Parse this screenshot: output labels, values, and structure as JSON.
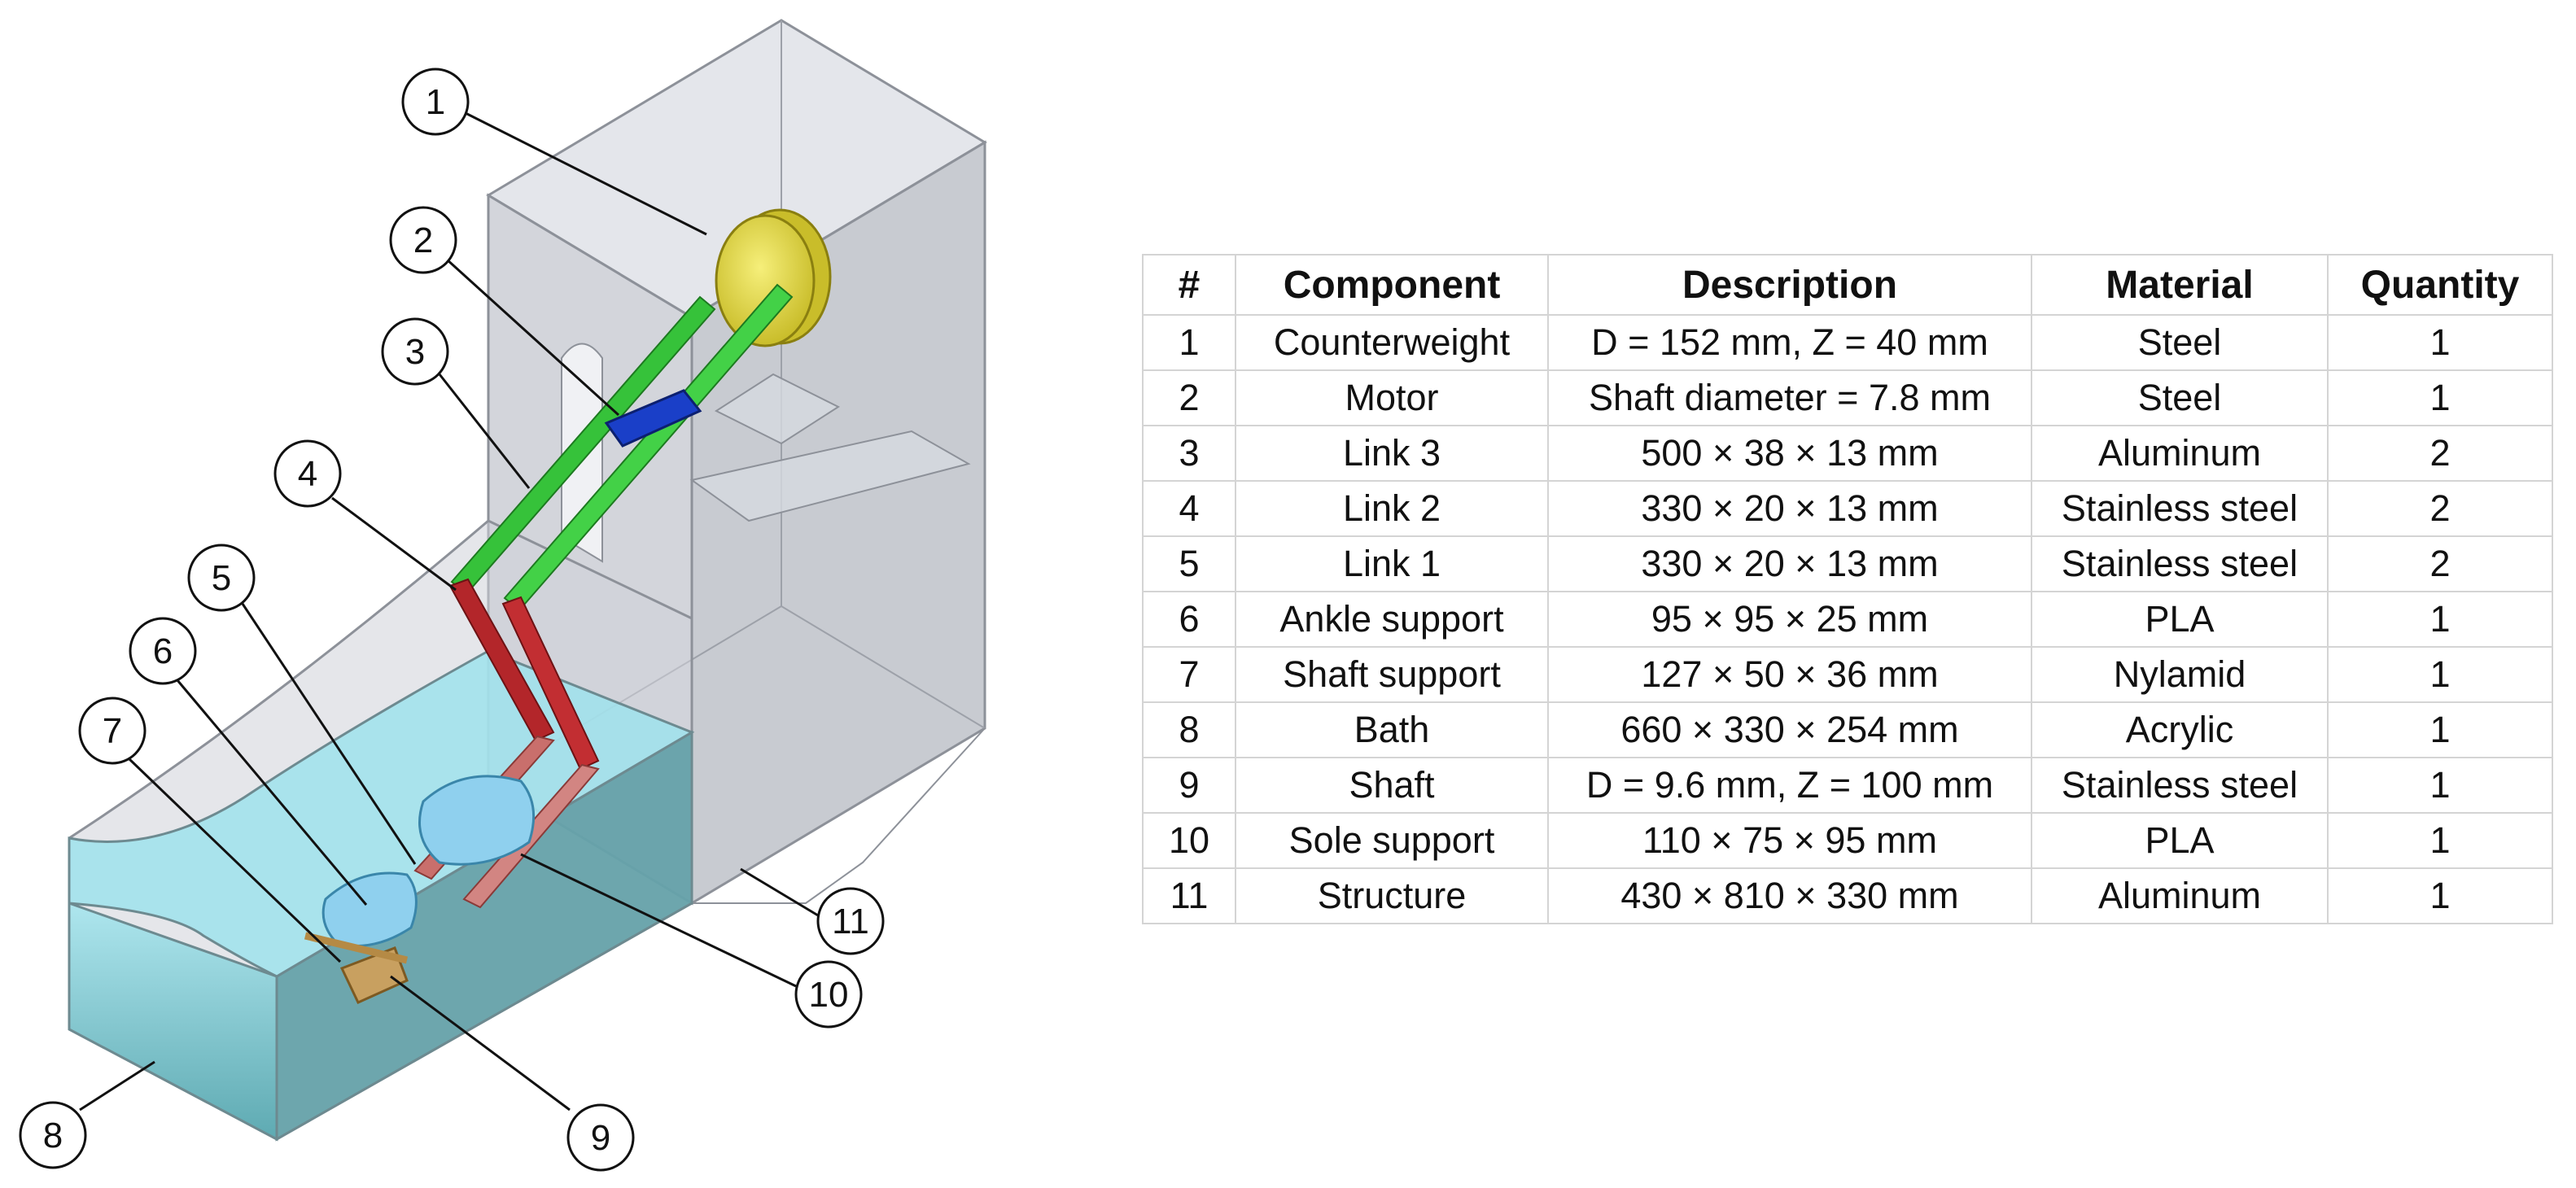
{
  "callouts": [
    "1",
    "2",
    "3",
    "4",
    "5",
    "6",
    "7",
    "8",
    "9",
    "10",
    "11"
  ],
  "colors": {
    "structure": "#c9ccd4",
    "water": "#7fd0d8",
    "counterweight": "#e8e04a",
    "links_green": "#36c23a",
    "motor": "#1a3fc8",
    "links_red": "#b3262a",
    "supports": "#8fd0ee",
    "shaft_support": "#c8a060"
  },
  "table": {
    "headers": [
      "#",
      "Component",
      "Description",
      "Material",
      "Quantity"
    ],
    "rows": [
      [
        "1",
        "Counterweight",
        "D = 152 mm, Z = 40 mm",
        "Steel",
        "1"
      ],
      [
        "2",
        "Motor",
        "Shaft diameter = 7.8 mm",
        "Steel",
        "1"
      ],
      [
        "3",
        "Link 3",
        "500 × 38 × 13 mm",
        "Aluminum",
        "2"
      ],
      [
        "4",
        "Link 2",
        "330 × 20 × 13 mm",
        "Stainless steel",
        "2"
      ],
      [
        "5",
        "Link 1",
        "330 × 20 × 13 mm",
        "Stainless steel",
        "2"
      ],
      [
        "6",
        "Ankle support",
        "95 × 95 × 25 mm",
        "PLA",
        "1"
      ],
      [
        "7",
        "Shaft support",
        "127 × 50 × 36 mm",
        "Nylamid",
        "1"
      ],
      [
        "8",
        "Bath",
        "660 × 330 × 254 mm",
        "Acrylic",
        "1"
      ],
      [
        "9",
        "Shaft",
        "D = 9.6 mm, Z = 100 mm",
        "Stainless steel",
        "1"
      ],
      [
        "10",
        "Sole support",
        "110 × 75 × 95 mm",
        "PLA",
        "1"
      ],
      [
        "11",
        "Structure",
        "430 × 810 × 330 mm",
        "Aluminum",
        "1"
      ]
    ]
  }
}
